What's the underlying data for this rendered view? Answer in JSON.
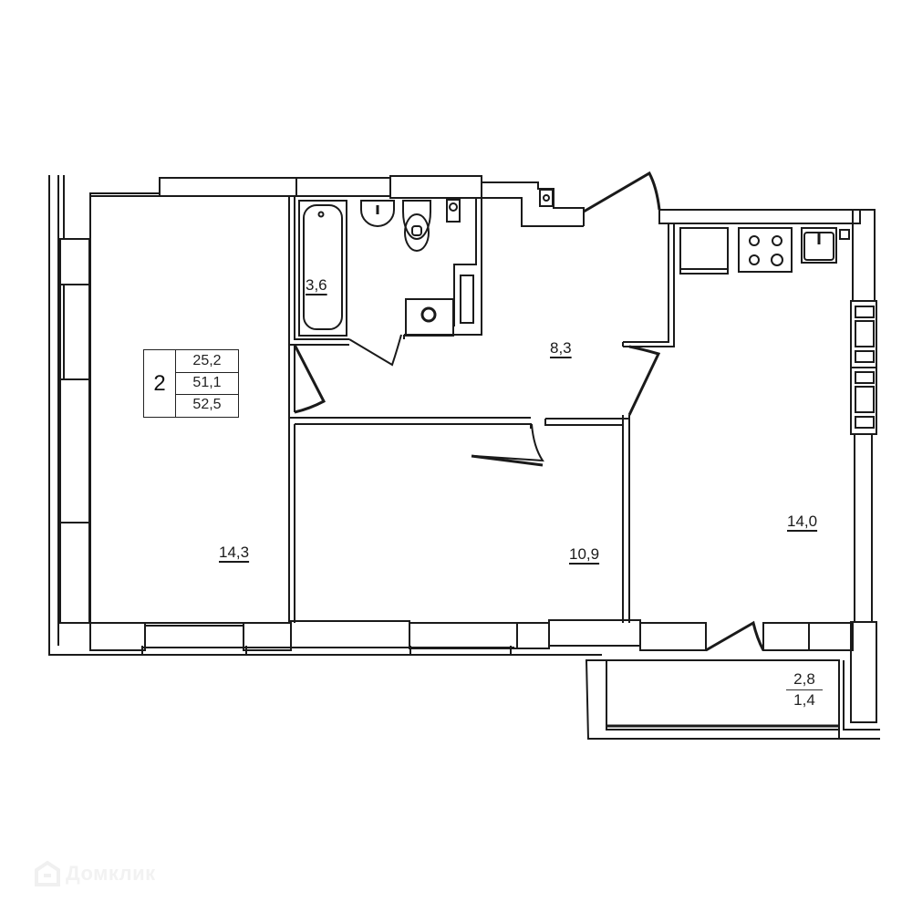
{
  "plan": {
    "type": "apartment-floor-plan",
    "summary": {
      "rooms_count": "2",
      "living_area": "25,2",
      "total_area": "51,1",
      "total_area_with_balcony": "52,5"
    },
    "rooms": [
      {
        "name": "bathroom",
        "area": "3,6"
      },
      {
        "name": "hallway",
        "area": "8,3"
      },
      {
        "name": "living-room-left",
        "area": "14,3"
      },
      {
        "name": "bedroom-middle",
        "area": "10,9"
      },
      {
        "name": "kitchen",
        "area": "14,0"
      }
    ],
    "balcony": {
      "area": "2,8",
      "reduced_area": "1,4"
    }
  },
  "watermark": {
    "text": "Домклик"
  },
  "colors": {
    "wall": "#1a1a1a",
    "background": "#ffffff",
    "watermark": "#f2f2f2"
  }
}
